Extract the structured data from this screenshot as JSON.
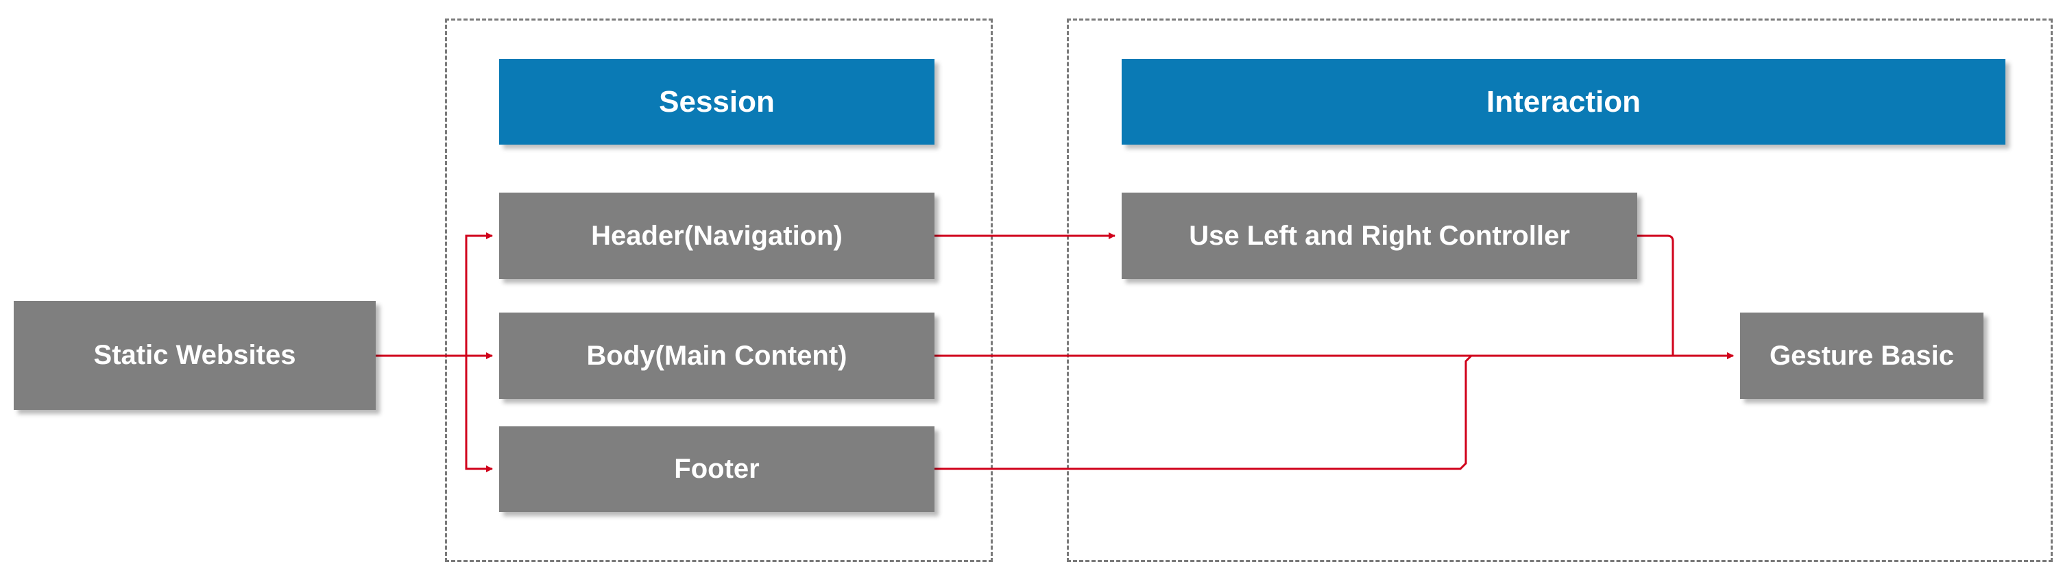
{
  "colors": {
    "node_fill": "#7f7f7f",
    "header_fill": "#0a7ab5",
    "text": "#ffffff",
    "connector": "#d0021b",
    "frame_border": "#7a7a7a"
  },
  "groups": {
    "session": {
      "title": "Session"
    },
    "interaction": {
      "title": "Interaction"
    }
  },
  "nodes": {
    "static_websites": "Static Websites",
    "header_navigation": "Header(Navigation)",
    "body_main_content": "Body(Main Content)",
    "footer": "Footer",
    "use_controllers": "Use Left and Right Controller",
    "gesture_basic": "Gesture Basic"
  },
  "connections": [
    {
      "from": "Static Websites",
      "to": "Header(Navigation)"
    },
    {
      "from": "Static Websites",
      "to": "Body(Main Content)"
    },
    {
      "from": "Static Websites",
      "to": "Footer"
    },
    {
      "from": "Header(Navigation)",
      "to": "Use Left and Right Controller"
    },
    {
      "from": "Use Left and Right Controller",
      "to": "Gesture Basic"
    },
    {
      "from": "Body(Main Content)",
      "to": "Gesture Basic"
    },
    {
      "from": "Footer",
      "to": "Gesture Basic"
    }
  ]
}
